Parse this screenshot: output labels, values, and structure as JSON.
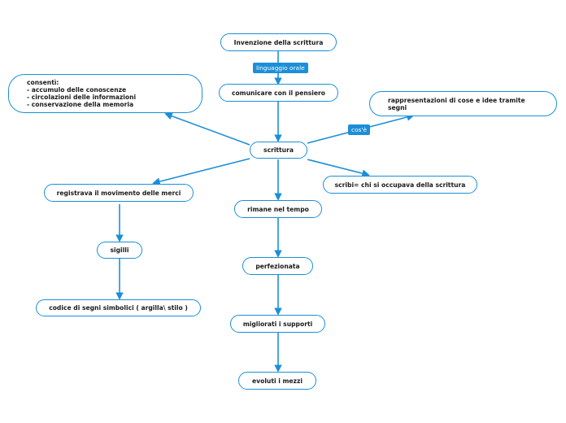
{
  "colors": {
    "accent": "#1b8fd8",
    "text": "#1a1a1a",
    "background": "#ffffff"
  },
  "nodes": {
    "invenzione": "Invenzione della scrittura",
    "comunicare": "comunicare con il pensiero",
    "scrittura": "scrittura",
    "consenti": [
      "consentì:",
      "- accumulo delle conoscenze",
      "- circolazioni delle informazioni",
      "- conservazione della memoria"
    ],
    "rappresentazioni": [
      "rappresentazioni di cose e idee tramite",
      "segni"
    ],
    "scribi": "scribi= chi si occupava della scrittura",
    "registrava": "registrava il movimento delle merci",
    "rimane": "rimane nel tempo",
    "sigilli": "sigilli",
    "perfezionata": "perfezionata",
    "codice": "codice di segni simbolici ( argilla\\ stilo )",
    "migliorati": "migliorati i supporti",
    "evoluti": "evoluti i mezzi"
  },
  "labels": {
    "linguaggio": "linguaggio orale",
    "cose": "cos'è"
  }
}
